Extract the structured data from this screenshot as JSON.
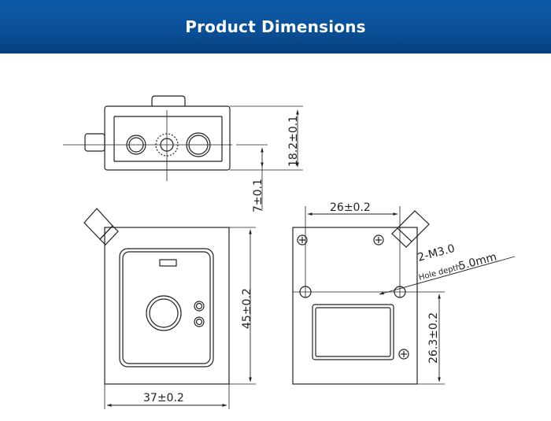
{
  "header": {
    "title": "Product Dimensions"
  },
  "dimensions": {
    "top_height": "18.2±0.1",
    "top_offset": "7±0.1",
    "front_height": "45±0.2",
    "front_width": "37±0.2",
    "back_hole_spacing": "26±0.2",
    "back_hole_height": "26.3±0.2",
    "screw_spec": "2-M3.0",
    "hole_depth_label": "Hole depth",
    "hole_depth_value": "5.0mm"
  },
  "colors": {
    "banner": "#0a4f97",
    "line": "#222222"
  }
}
